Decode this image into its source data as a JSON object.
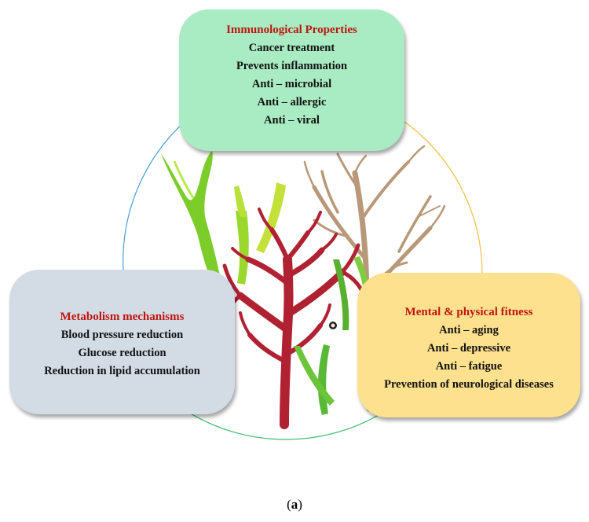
{
  "top_box": {
    "title": "Immunological Properties",
    "items": [
      "Cancer treatment",
      "Prevents inflammation",
      "Anti – microbial",
      "Anti – allergic",
      "Anti – viral"
    ],
    "color": "#a9ebc2"
  },
  "left_box": {
    "title": "Metabolism mechanisms",
    "items": [
      "Blood pressure reduction",
      "Glucose reduction",
      "Reduction in lipid accumulation"
    ],
    "color": "#d3dbe5"
  },
  "right_box": {
    "title": "Mental & physical fitness",
    "items": [
      "Anti – aging",
      "Anti – depressive",
      "Anti – fatigue",
      "Prevention of neurological diseases"
    ],
    "color": "#fde18e"
  },
  "caption": {
    "open": "(",
    "letter": "a",
    "close": ")"
  },
  "colors": {
    "title_red": "#c0160f",
    "ring_blue": "#4a9fd8",
    "ring_yellow": "#f0c040",
    "ring_green": "#3cba6a",
    "red_seaweed": "#b02232",
    "green_seaweed": "#7ccc2a",
    "brown_coral": "#b89878"
  }
}
